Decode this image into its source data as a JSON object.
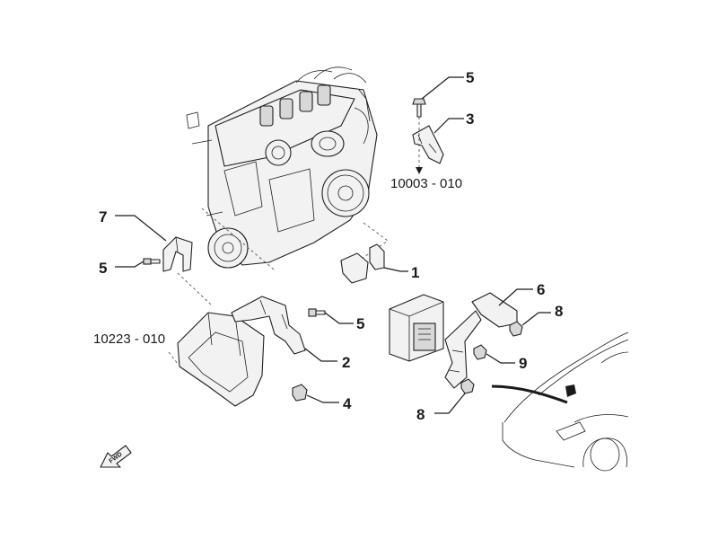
{
  "callouts": {
    "c1": "1",
    "c2": "2",
    "c3": "3",
    "c4": "4",
    "c5a": "5",
    "c5b": "5",
    "c5c": "5",
    "c6": "6",
    "c7": "7",
    "c8a": "8",
    "c8b": "8",
    "c9": "9"
  },
  "refs": {
    "r1": "10003 - 010",
    "r2": "10223 - 010"
  },
  "fwd_label": "FWD",
  "colors": {
    "line": "#1f1f1f",
    "fill": "#f2f2f2",
    "background": "#ffffff"
  },
  "icons": [
    "engine-illustration",
    "bracket-icon",
    "bolt-icon",
    "nut-icon",
    "ecu-module-icon",
    "car-outline-icon",
    "fwd-arrow-icon"
  ]
}
